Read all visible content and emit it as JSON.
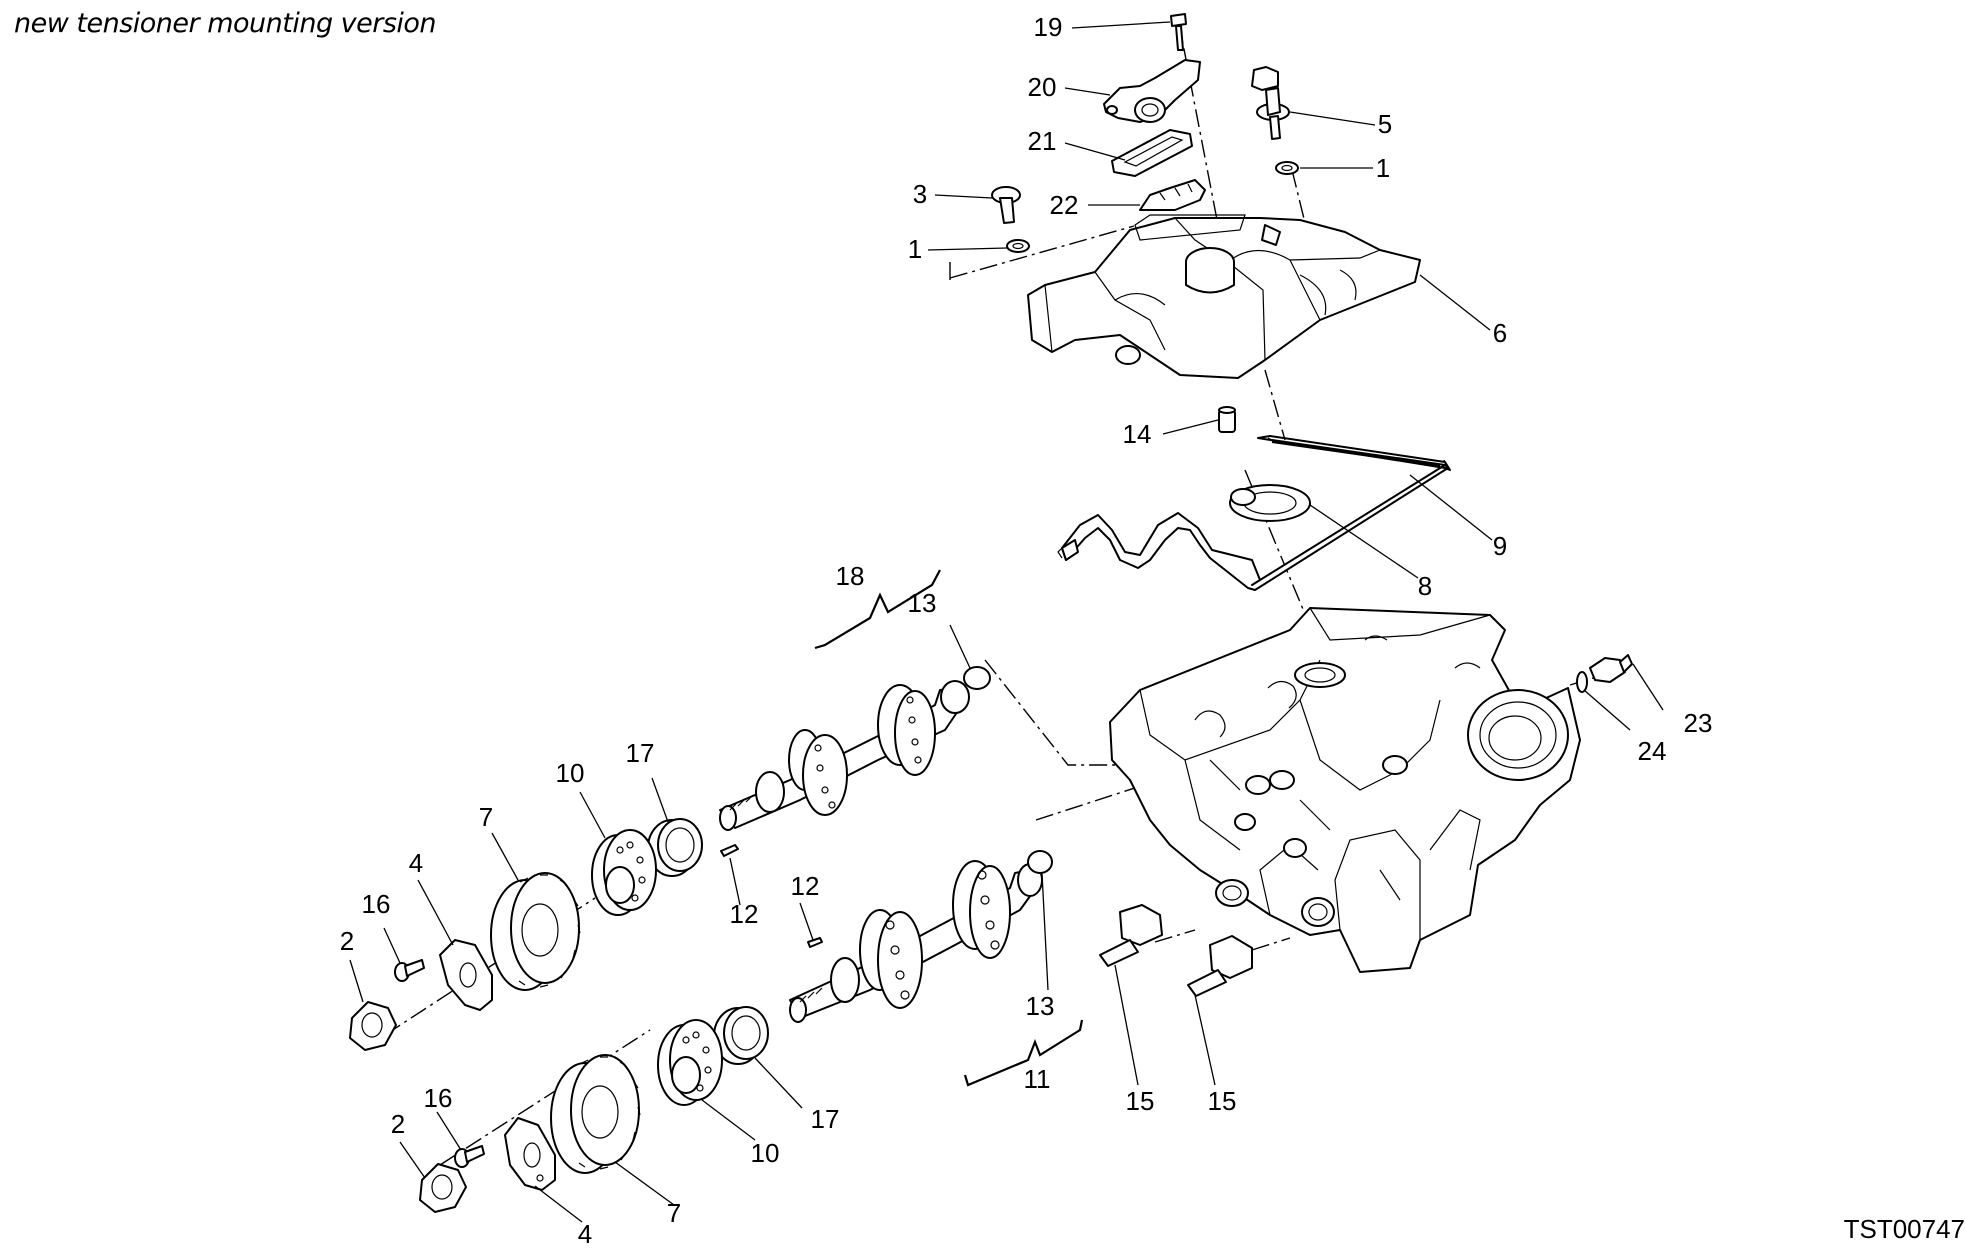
{
  "diagram": {
    "caption": "new tensioner mounting version",
    "drawing_code": "TST00747",
    "callouts": [
      {
        "id": "c19",
        "label": "19"
      },
      {
        "id": "c20",
        "label": "20"
      },
      {
        "id": "c21",
        "label": "21"
      },
      {
        "id": "c22",
        "label": "22"
      },
      {
        "id": "c3",
        "label": "3"
      },
      {
        "id": "c1a",
        "label": "1"
      },
      {
        "id": "c5",
        "label": "5"
      },
      {
        "id": "c1b",
        "label": "1"
      },
      {
        "id": "c6",
        "label": "6"
      },
      {
        "id": "c14",
        "label": "14"
      },
      {
        "id": "c9",
        "label": "9"
      },
      {
        "id": "c8",
        "label": "8"
      },
      {
        "id": "c18",
        "label": "18"
      },
      {
        "id": "c13a",
        "label": "13"
      },
      {
        "id": "c23",
        "label": "23"
      },
      {
        "id": "c24",
        "label": "24"
      },
      {
        "id": "c17a",
        "label": "17"
      },
      {
        "id": "c10a",
        "label": "10"
      },
      {
        "id": "c7a",
        "label": "7"
      },
      {
        "id": "c4a",
        "label": "4"
      },
      {
        "id": "c16a",
        "label": "16"
      },
      {
        "id": "c2a",
        "label": "2"
      },
      {
        "id": "c12a",
        "label": "12"
      },
      {
        "id": "c12b",
        "label": "12"
      },
      {
        "id": "c13b",
        "label": "13"
      },
      {
        "id": "c11",
        "label": "11"
      },
      {
        "id": "c15a",
        "label": "15"
      },
      {
        "id": "c15b",
        "label": "15"
      },
      {
        "id": "c17b",
        "label": "17"
      },
      {
        "id": "c10b",
        "label": "10"
      },
      {
        "id": "c16b",
        "label": "16"
      },
      {
        "id": "c2b",
        "label": "2"
      },
      {
        "id": "c4b",
        "label": "4"
      },
      {
        "id": "c7b",
        "label": "7"
      }
    ]
  }
}
